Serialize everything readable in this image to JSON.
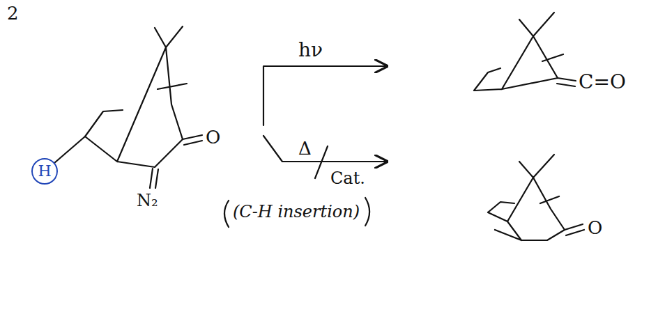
{
  "diagram": {
    "labels": [
      "2",
      "H",
      "N₂",
      "O",
      "hν",
      "C=O",
      "Δ",
      "Cat.",
      "(C-H insertion)",
      "O"
    ]
  }
}
